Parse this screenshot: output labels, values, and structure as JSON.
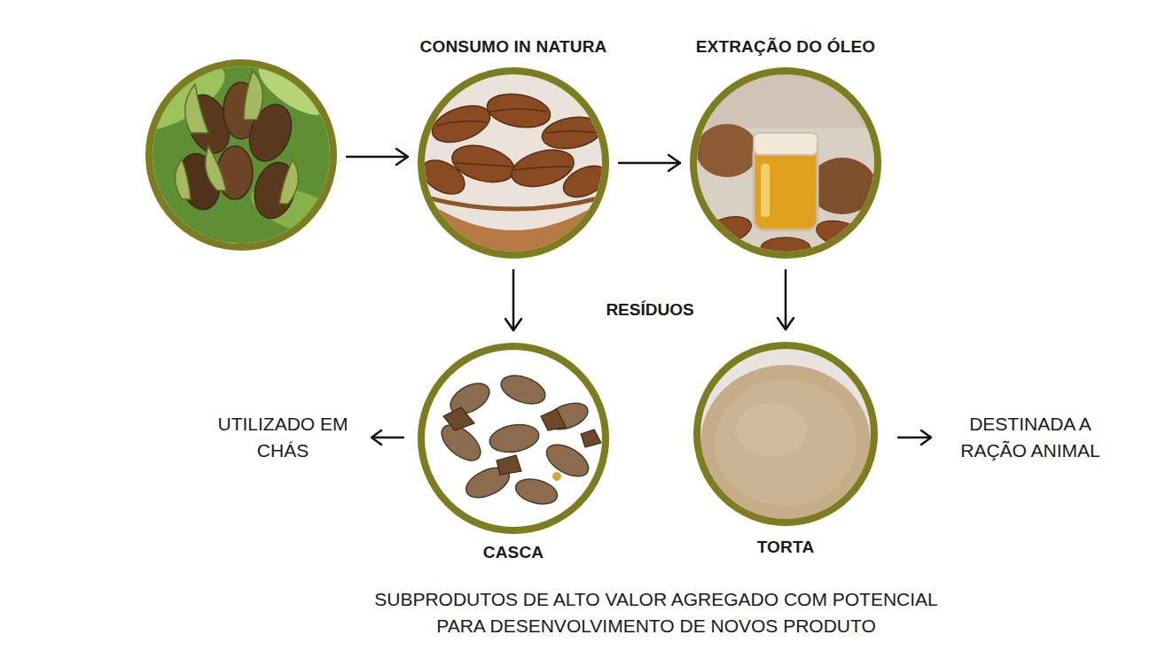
{
  "diagram": {
    "caption": "SUBPRODUTOS DE ALTO VALOR AGREGADO COM POTENCIAL PARA DESENVOLVIMENTO DE NOVOS PRODUTO",
    "nodes": [
      {
        "text": [
          "CONSUMO IN NATURA"
        ]
      },
      {
        "text": [
          "EXTRAÇÃO DO ÓLEO"
        ]
      },
      {
        "text": [
          "CASCA"
        ]
      },
      {
        "text": [
          "TORTA"
        ]
      }
    ],
    "edges": [
      {
        "from": 0,
        "to": 1,
        "arrow": "to"
      },
      {
        "from": 0,
        "to": 2,
        "arrow": "to"
      },
      {
        "from": 1,
        "to": 3,
        "arrow": "to"
      }
    ],
    "labels": [
      "RESÍDUOS",
      "UTILIZADO EM CHÁS",
      "DESTINADA A RAÇÃO ANIMAL"
    ]
  }
}
